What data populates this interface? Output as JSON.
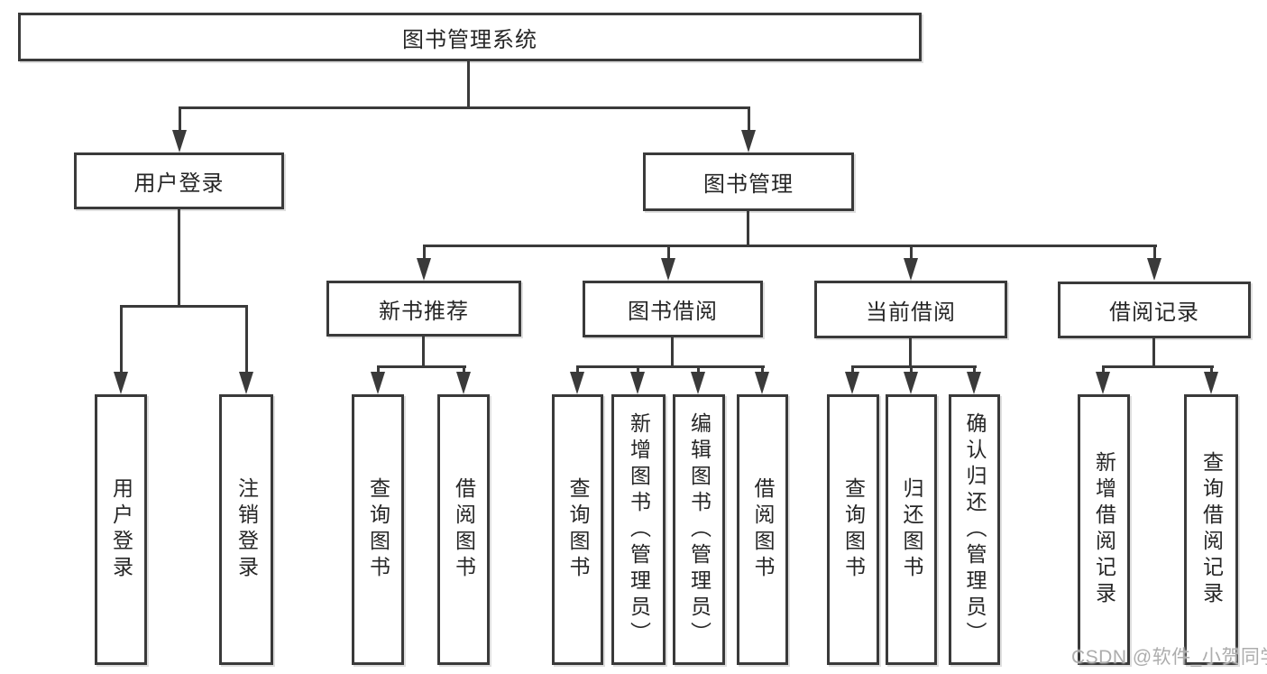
{
  "diagram": {
    "root": "图书管理系统",
    "level2": {
      "user_login": "用户登录",
      "book_mgmt": "图书管理"
    },
    "level3": {
      "new_book": "新书推荐",
      "book_borrow": "图书借阅",
      "current_borrow": "当前借阅",
      "borrow_record": "借阅记录"
    },
    "leaves": {
      "user_login_leaf": "用户登录",
      "logout_leaf": "注销登录",
      "nb_query": "查询图书",
      "nb_borrow": "借阅图书",
      "bb_query": "查询图书",
      "bb_add": "新增图书（管理员）",
      "bb_edit": "编辑图书（管理员）",
      "bb_borrow": "借阅图书",
      "cb_query": "查询图书",
      "cb_return": "归还图书",
      "cb_confirm": "确认归还（管理员）",
      "br_add": "新增借阅记录",
      "br_query": "查询借阅记录"
    }
  },
  "watermark": "CSDN @软件_小贺同学",
  "colors": {
    "line": "#3a3a3a",
    "text": "#262626",
    "box_fill": "#ffffff",
    "background": "#ffffff",
    "watermark": "#adadad"
  }
}
